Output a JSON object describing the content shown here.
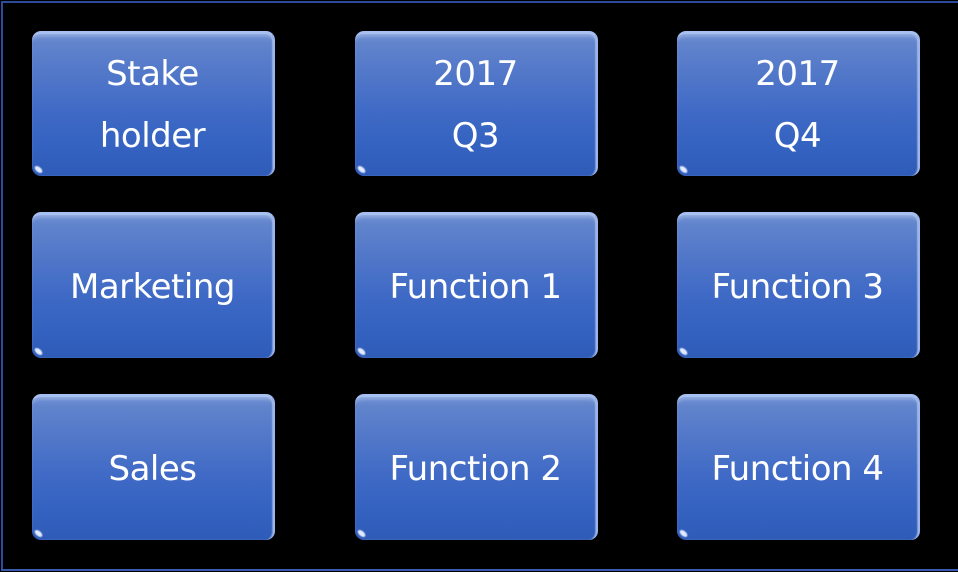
{
  "diagram": {
    "type": "grid",
    "background": "#000000",
    "tile_color_top": "#6184cc",
    "tile_color_bottom": "#2f5bb8",
    "text_color": "#ffffff",
    "rows": [
      {
        "cells": [
          {
            "lines": [
              "Stake",
              "holder"
            ]
          },
          {
            "lines": [
              "2017",
              "Q3"
            ]
          },
          {
            "lines": [
              "2017",
              "Q4"
            ]
          }
        ]
      },
      {
        "cells": [
          {
            "lines": [
              "Marketing"
            ]
          },
          {
            "lines": [
              "Function 1"
            ]
          },
          {
            "lines": [
              "Function 3"
            ]
          }
        ]
      },
      {
        "cells": [
          {
            "lines": [
              "Sales"
            ]
          },
          {
            "lines": [
              "Function 2"
            ]
          },
          {
            "lines": [
              "Function 4"
            ]
          }
        ]
      }
    ]
  }
}
